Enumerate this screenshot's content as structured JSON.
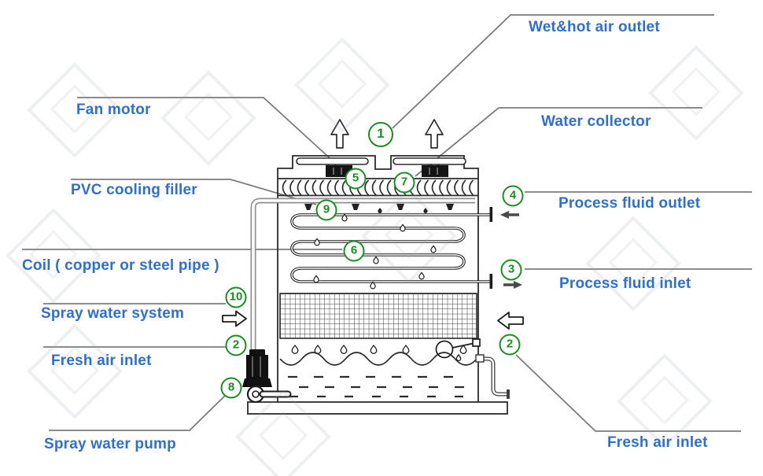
{
  "labels": {
    "wet_hot_air_outlet": "Wet&hot air outlet",
    "fan_motor": "Fan motor",
    "water_collector": "Water collector",
    "pvc_cooling_filler": "PVC cooling filler",
    "process_fluid_outlet": "Process fluid outlet",
    "coil": "Coil ( copper or steel pipe )",
    "process_fluid_inlet": "Process fluid inlet",
    "spray_water_system": "Spray water system",
    "fresh_air_inlet_left": "Fresh air inlet",
    "fresh_air_inlet_right": "Fresh air inlet",
    "spray_water_pump": "Spray water pump"
  },
  "callouts": {
    "n1": "1",
    "n2_left": "2",
    "n2_right": "2",
    "n3": "3",
    "n4": "4",
    "n5": "5",
    "n6": "6",
    "n7": "7",
    "n8": "8",
    "n9": "9",
    "n10": "10"
  },
  "icons": {
    "air_outlet_arrows": "hollow-up-arrow",
    "fresh_air_inlet_arrow": "hollow-left-arrow",
    "spray_water_flow_arrow": "hollow-right-arrow",
    "process_fluid_outlet_flow": "small-left-arrow",
    "process_fluid_inlet_flow": "small-right-arrow"
  },
  "colors": {
    "label_blue": "#2e6fd3",
    "callout_green": "#17901f",
    "line_dark": "#2b2b2b",
    "leader_gray": "#7b7b7b",
    "pipe_gray": "#8f8f8f"
  }
}
